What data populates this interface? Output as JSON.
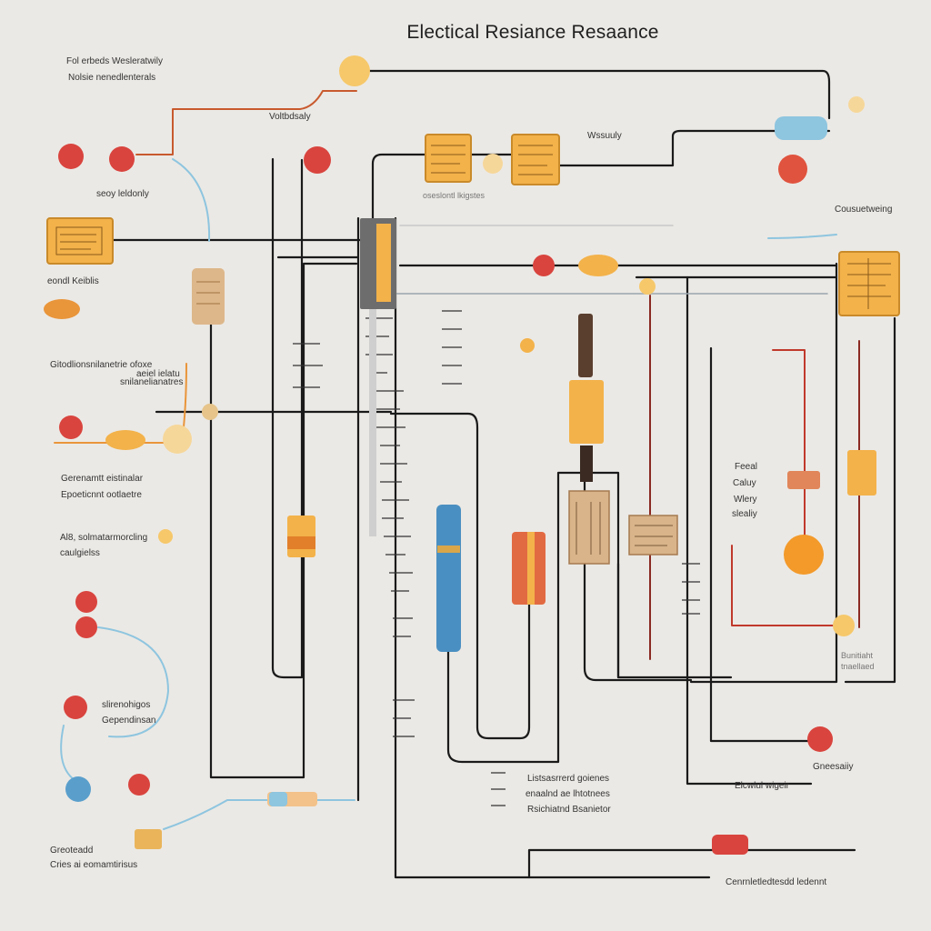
{
  "title": "Electical Resiance Resaance",
  "labels": {
    "l1": "Fol erbeds Wesleratwily",
    "l2": "Nolsie nenedlenterals",
    "l3": "Voltbdsaly",
    "l4": "seoy leldonly",
    "l5": "Wssuuly",
    "l6": "eondl Keiblis",
    "l7": "Cousuetweing",
    "l8": "oseslontl lkigstes",
    "l9": "Gitodlionsnilanetrie ofoxe",
    "l10": "aeiel ielatu",
    "l11": "snilanelianatres",
    "l12": "Gerenamtt eistinalar",
    "l13": "Epoeticnnt ootlaetre",
    "l14": "Al8, solmatarmorcling",
    "l15": "caulgielss",
    "l16": "slirenohigos",
    "l17": "Gependinsan",
    "l18": "Greoteadd",
    "l19": "Cries ai eomamtirisus",
    "l20": "Listsasrrerd goienes",
    "l21": "enaalnd ae lhtotnees",
    "l22": "Rsichiatnd Bsanietor",
    "l23": "Elcwlul wigeir",
    "l24": "Cenrnletledtesdd ledennt",
    "l25": "Feeal",
    "l26": "Caluy",
    "l27": "Wlery",
    "l28": "slealiy",
    "l29": "Gneesaiiy",
    "l30": "Bunitiaht",
    "l31": "tnaellaed"
  },
  "colors": {
    "wire": "#1a1a1a",
    "red": "#d9443e",
    "orange": "#e9953a",
    "amber": "#f3b24a",
    "blue": "#4a8fc1",
    "lightblue": "#8ec5df",
    "copper": "#c85a2e",
    "maroon": "#8a2a22"
  }
}
